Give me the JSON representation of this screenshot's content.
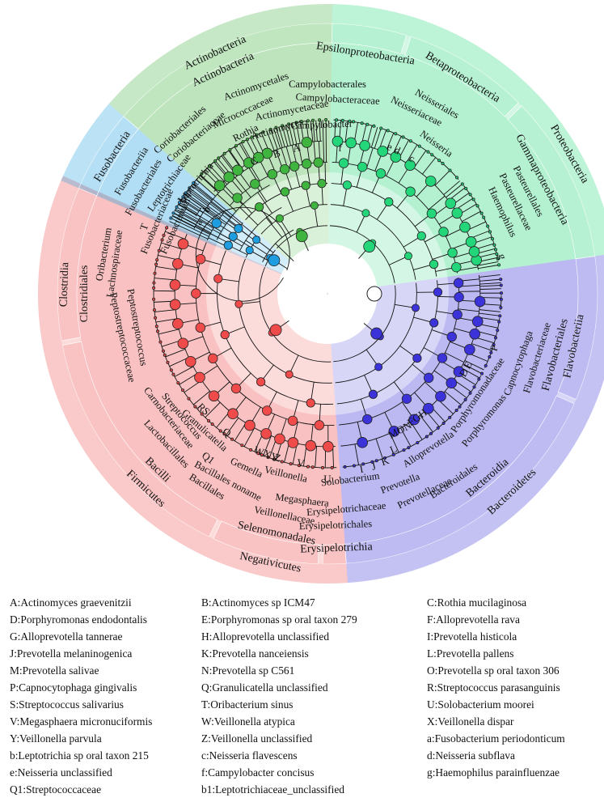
{
  "colors": {
    "firmicutes": "#ef4b4b",
    "bacteroidetes": "#3b33d9",
    "proteobacteria": "#24d67a",
    "actinobacteria": "#3fb43f",
    "fusobacteria": "#1e9ee0",
    "tree": "#111111",
    "root": "#ffffff"
  },
  "cladogram": {
    "sectors": [
      {
        "key": "firmicutes",
        "color": "#ef4b4b",
        "a0": 156,
        "a1": 274,
        "levels": [
          {
            "name": "Firmicutes"
          },
          {
            "name": "Bacilli",
            "span": [
              191,
              244
            ]
          },
          {
            "name": "Clostridia",
            "span": [
              156,
              190
            ]
          },
          {
            "name": "Negativicutes",
            "span": [
              245,
              268
            ]
          },
          {
            "name": "Erysipelotrichia",
            "span": [
              269,
              274
            ]
          }
        ]
      },
      {
        "key": "bacteroidetes",
        "color": "#3b33d9",
        "a0": 274,
        "a1": 368,
        "levels": [
          {
            "name": "Bacteroidetes"
          },
          {
            "name": "Bacteroidia",
            "span": [
              274,
              336
            ]
          },
          {
            "name": "Flavobacteriia",
            "span": [
              337,
              368
            ]
          }
        ]
      },
      {
        "key": "proteobacteria",
        "color": "#24d67a",
        "a0": 368,
        "a1": 449,
        "levels": [
          {
            "name": "Proteobacteria"
          },
          {
            "name": "Gammaproteobacteria",
            "span": [
              368,
              404
            ]
          },
          {
            "name": "Betaproteobacteria",
            "span": [
              405,
              432
            ]
          },
          {
            "name": "Epsilonproteobacteria",
            "span": [
              433,
              449
            ]
          }
        ]
      },
      {
        "key": "actinobacteria",
        "color": "#3fb43f",
        "a0": 449,
        "a1": 499,
        "levels": [
          {
            "name": "Actinobacteria"
          },
          {
            "name": "Actinobacteria",
            "span": [
              449,
              499
            ]
          }
        ]
      },
      {
        "key": "fusobacteria",
        "color": "#1e9ee0",
        "a0": 499,
        "a1": 517,
        "levels": [
          {
            "name": "Fusobacteria"
          },
          {
            "name": "Fusobacteriia",
            "span": [
              499,
              517
            ]
          }
        ]
      }
    ],
    "labels": [
      {
        "t": "Fusobacteria",
        "a": 507.5,
        "r": 315
      },
      {
        "t": "Fusobacteriia",
        "a": 508,
        "r": 285
      },
      {
        "t": "Fusobacteriales",
        "a": 510,
        "r": 262
      },
      {
        "t": "Fusobacteriaceae",
        "a": 517,
        "r": 228
      },
      {
        "t": "Fusobacterium",
        "a": 516,
        "r": 205
      },
      {
        "t": "Leptotrichiaceae",
        "a": 505,
        "r": 238
      },
      {
        "t": "b1",
        "a": 506,
        "r": 212
      },
      {
        "t": "Leptotrichia",
        "a": 500,
        "r": 212
      },
      {
        "t": "a",
        "a": 511,
        "r": 181
      },
      {
        "t": "b",
        "a": 505,
        "r": 181
      },
      {
        "t": "Actinobacteria",
        "a": 475,
        "r": 328
      },
      {
        "t": "Actinobacteria",
        "a": 475,
        "r": 305
      },
      {
        "t": "Coriobacteriales",
        "a": 492,
        "r": 272
      },
      {
        "t": "Coriobacteriaceae",
        "a": 490,
        "r": 252
      },
      {
        "t": "Actinomycetales",
        "a": 469,
        "r": 270
      },
      {
        "t": "Micrococcaceae",
        "a": 475,
        "r": 247
      },
      {
        "t": "Actinomycetaceae",
        "a": 461,
        "r": 230
      },
      {
        "t": "Rothia",
        "a": 477,
        "r": 222
      },
      {
        "t": "Actinomyces",
        "a": 467,
        "r": 212
      },
      {
        "t": "C",
        "a": 479,
        "r": 186
      },
      {
        "t": "B",
        "a": 470,
        "r": 183
      },
      {
        "t": "A",
        "a": 462,
        "r": 183
      },
      {
        "t": "Epsilonproteobacteria",
        "a": 441,
        "r": 300
      },
      {
        "t": "Campylobacterales",
        "a": 450,
        "r": 258
      },
      {
        "t": "Campylobacteraceae",
        "a": 447,
        "r": 240
      },
      {
        "t": "Campylobacter",
        "a": 452,
        "r": 208
      },
      {
        "t": "Betaproteobacteria",
        "a": 418,
        "r": 315
      },
      {
        "t": "Neisseriales",
        "a": 420,
        "r": 270
      },
      {
        "t": "Neisseriaceae",
        "a": 424,
        "r": 250
      },
      {
        "t": "Neisseria",
        "a": 414,
        "r": 228
      },
      {
        "t": "f",
        "a": 445,
        "r": 180
      },
      {
        "t": "e",
        "a": 427,
        "r": 196
      },
      {
        "t": "d",
        "a": 424,
        "r": 196
      },
      {
        "t": "c",
        "a": 418,
        "r": 196
      },
      {
        "t": "Proteobacteria",
        "a": 390,
        "r": 345
      },
      {
        "t": "Gammaproteobacteria",
        "a": 388,
        "r": 300
      },
      {
        "t": "Pasteurellales",
        "a": 387,
        "r": 278
      },
      {
        "t": "Pasteurellaceae",
        "a": 386,
        "r": 258
      },
      {
        "t": "Haemophilus",
        "a": 385,
        "r": 238
      },
      {
        "t": "g",
        "a": 372,
        "r": 220
      },
      {
        "t": "Flavobacteriia",
        "a": 348,
        "r": 312
      },
      {
        "t": "Flavobacteriales",
        "a": 345,
        "r": 292
      },
      {
        "t": "Flavobacteriaceae",
        "a": 343,
        "r": 272
      },
      {
        "t": "Capnocytophaga",
        "a": 340,
        "r": 252
      },
      {
        "t": "P",
        "a": 342,
        "r": 218
      },
      {
        "t": "E",
        "a": 333,
        "r": 196
      },
      {
        "t": "D",
        "a": 330,
        "r": 196
      },
      {
        "t": "Porphyromonadaceae",
        "a": 326,
        "r": 225
      },
      {
        "t": "Porphyromonas",
        "a": 321,
        "r": 250
      },
      {
        "t": "Bacteroidetes",
        "a": 313,
        "r": 335
      },
      {
        "t": "Bacteroidia",
        "a": 311,
        "r": 302
      },
      {
        "t": "Bacteroidales",
        "a": 304,
        "r": 280
      },
      {
        "t": "Prevotellaceae",
        "a": 296,
        "r": 275
      },
      {
        "t": "Alloprevotella",
        "a": 303,
        "r": 230
      },
      {
        "t": "Prevotella",
        "a": 291,
        "r": 252
      },
      {
        "t": "FGH",
        "a": 306,
        "r": 190
      },
      {
        "t": "MON",
        "a": 298,
        "r": 192
      },
      {
        "t": "L",
        "a": 293,
        "r": 210
      },
      {
        "t": "K",
        "a": 289,
        "r": 220
      },
      {
        "t": "J",
        "a": 285,
        "r": 222
      },
      {
        "t": "I",
        "a": 281,
        "r": 222
      },
      {
        "t": "Solobacterium",
        "a": 277,
        "r": 232
      },
      {
        "t": "Erysipelotrichaceae",
        "a": 275,
        "r": 268
      },
      {
        "t": "Erysipelotrichales",
        "a": 272,
        "r": 287
      },
      {
        "t": "Erysipelotrichia",
        "a": 272,
        "r": 315
      },
      {
        "t": "Negativicutes",
        "a": 258,
        "r": 340
      },
      {
        "t": "Selenomonadales",
        "a": 258,
        "r": 303
      },
      {
        "t": "Veillonellaceae",
        "a": 259,
        "r": 280
      },
      {
        "t": "Megasphaera",
        "a": 263,
        "r": 258
      },
      {
        "t": "Veillonella",
        "a": 257,
        "r": 230
      },
      {
        "t": "U",
        "a": 270,
        "r": 230
      },
      {
        "t": "V",
        "a": 261,
        "r": 213
      },
      {
        "t": "Z",
        "a": 253,
        "r": 213
      },
      {
        "t": "WXY",
        "a": 249,
        "r": 213
      },
      {
        "t": "Firmicutes",
        "a": 227,
        "r": 330
      },
      {
        "t": "Bacilli",
        "a": 226,
        "r": 303
      },
      {
        "t": "Lactobacillales",
        "a": 223,
        "r": 273
      },
      {
        "t": "Carnobacteriaceae",
        "a": 218,
        "r": 250
      },
      {
        "t": "Bacillales",
        "a": 238,
        "r": 282
      },
      {
        "t": "Bacillales noname",
        "a": 242,
        "r": 263
      },
      {
        "t": "Gemella",
        "a": 245,
        "r": 238
      },
      {
        "t": "Granulicatella",
        "a": 228,
        "r": 228
      },
      {
        "t": "Streptococcus",
        "a": 220,
        "r": 236
      },
      {
        "t": "Q1",
        "a": 234,
        "r": 252
      },
      {
        "t": "Q",
        "a": 234,
        "r": 213
      },
      {
        "t": "S",
        "a": 224,
        "r": 210
      },
      {
        "t": "R",
        "a": 222,
        "r": 211
      },
      {
        "t": "Clostridia",
        "a": 178,
        "r": 325
      },
      {
        "t": "Clostridiales",
        "a": 180,
        "r": 300
      },
      {
        "t": "Peptostreptococcaceae",
        "a": 192,
        "r": 260
      },
      {
        "t": "Peptostreptococcus",
        "a": 190,
        "r": 240
      },
      {
        "t": "Lachnospiraceae",
        "a": 172,
        "r": 265
      },
      {
        "t": "Oribacterium",
        "a": 170,
        "r": 280
      },
      {
        "t": "T",
        "a": 160,
        "r": 240
      }
    ]
  },
  "legend": [
    [
      "A:Actinomyces graevenitzii",
      "B:Actinomyces sp ICM47",
      "C:Rothia mucilaginosa"
    ],
    [
      "D:Porphyromonas endodontalis",
      "E:Porphyromonas sp oral taxon 279",
      "F:Alloprevotella rava"
    ],
    [
      "G:Alloprevotella tannerae",
      "H:Alloprevotella unclassified",
      "I:Prevotella histicola"
    ],
    [
      "J:Prevotella melaninogenica",
      "K:Prevotella nanceiensis",
      "L:Prevotella pallens"
    ],
    [
      "M:Prevotella salivae",
      "N:Prevotella sp C561",
      "O:Prevotella sp oral taxon 306"
    ],
    [
      "P:Capnocytophaga gingivalis",
      "Q:Granulicatella unclassified",
      "R:Streptococcus parasanguinis"
    ],
    [
      "S:Streptococcus salivarius",
      "T:Oribacterium sinus",
      "U:Solobacterium moorei"
    ],
    [
      "V:Megasphaera micronuciformis",
      "W:Veillonella atypica",
      "X:Veillonella dispar"
    ],
    [
      "Y:Veillonella parvula",
      "Z:Veillonella unclassified",
      "a:Fusobacterium periodonticum"
    ],
    [
      "b:Leptotrichia sp oral taxon 215",
      "c:Neisseria flavescens",
      "d:Neisseria subflava"
    ],
    [
      "e:Neisseria unclassified",
      "f:Campylobacter concisus",
      "g:Haemophilus parainfluenzae"
    ],
    [
      "Q1:Streptococcaceae",
      "b1:Leptotrichiaceae_unclassified",
      ""
    ]
  ]
}
